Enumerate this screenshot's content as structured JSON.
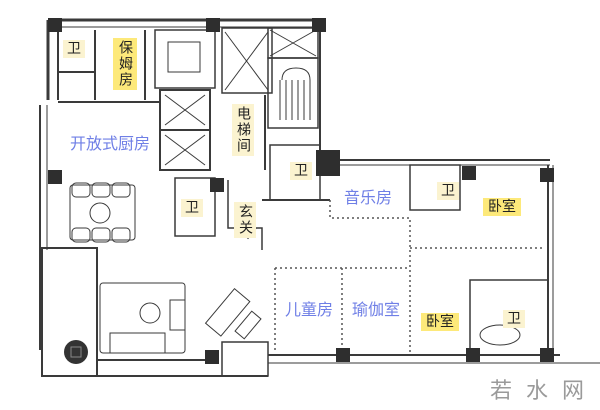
{
  "plan": {
    "rooms": [
      {
        "id": "bath-nanny",
        "label": "卫",
        "style": "cream"
      },
      {
        "id": "nanny-room",
        "label": "保姆房",
        "style": "yellow-vertical"
      },
      {
        "id": "open-kitchen",
        "label": "开放式厨房",
        "style": "blue"
      },
      {
        "id": "elevator-hall",
        "label": "电梯间",
        "style": "cream-vertical"
      },
      {
        "id": "bath-center",
        "label": "卫",
        "style": "cream"
      },
      {
        "id": "bath-entry",
        "label": "卫",
        "style": "cream"
      },
      {
        "id": "foyer",
        "label": "玄关",
        "style": "cream-vertical"
      },
      {
        "id": "music-room",
        "label": "音乐房",
        "style": "blue"
      },
      {
        "id": "bath-upper-right",
        "label": "卫",
        "style": "cream"
      },
      {
        "id": "bedroom-upper",
        "label": "卧室",
        "style": "yellow"
      },
      {
        "id": "kids-room",
        "label": "儿童房",
        "style": "blue"
      },
      {
        "id": "yoga-room",
        "label": "瑜伽室",
        "style": "blue"
      },
      {
        "id": "bedroom-lower",
        "label": "卧室",
        "style": "yellow"
      },
      {
        "id": "bath-master",
        "label": "卫",
        "style": "cream"
      }
    ],
    "watermark": "若水网",
    "colors": {
      "wall": "#3a3a3a",
      "column": "#2e2e2e",
      "blue_label": "#6f7fe6",
      "yellow_highlight": "#fde97a",
      "cream_highlight": "#fbf3d0",
      "dotted_partition": "#555555"
    }
  }
}
